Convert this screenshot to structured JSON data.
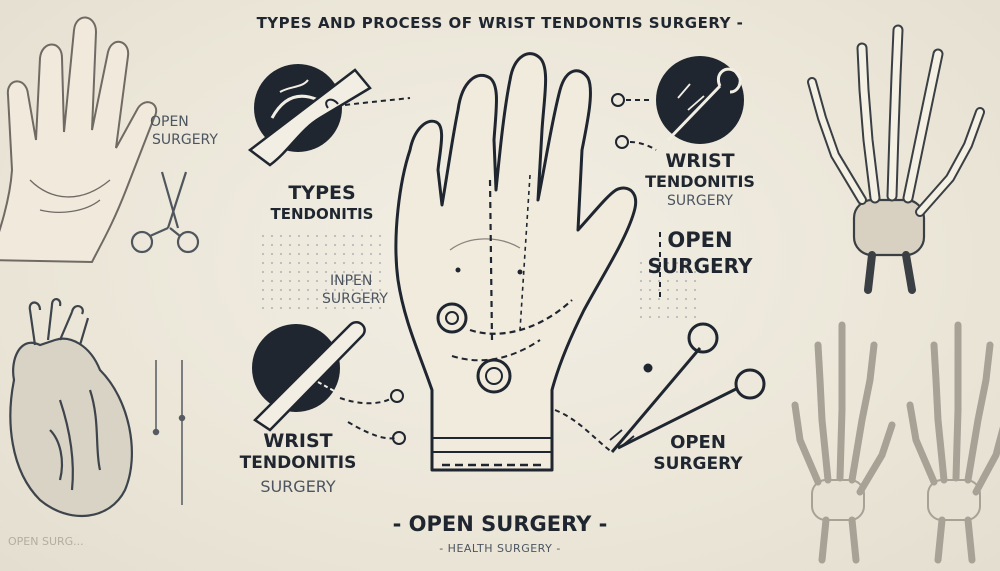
{
  "header": {
    "title": "TYPES AND PROCESS OF WRIST TENDONTIS SURGERY -"
  },
  "labels": {
    "left_open": "OPEN",
    "left_surgery": "SURGERY",
    "types_1": "TYPES",
    "types_2": "TENDONITIS",
    "inpen_1": "INPEN",
    "inpen_2": "SURGERY",
    "wrist_left_1": "WRIST",
    "wrist_left_2": "TENDONITIS",
    "wrist_left_3": "SURGERY",
    "wrist_right_1": "WRIST",
    "wrist_right_2": "TENDONITIS",
    "wrist_right_3": "SURGERY",
    "open_right_1": "OPEN",
    "open_right_2": "SURGERY",
    "open_low_1": "OPEN",
    "open_low_2": "SURGERY",
    "bottom_title": "- OPEN SURGERY -",
    "bottom_sub": "- HEALTH SURGERY -",
    "corner_faded": "OPEN SURG..."
  },
  "colors": {
    "ink": "#1f2630",
    "background": "#ece7da",
    "bone": "#f4f0e4",
    "skin": "#f1ebde"
  },
  "icons": [
    "tendon-icon",
    "scalpel-icon",
    "suture-needle-icon",
    "scissors-icon",
    "hemostat-icon",
    "hand-illustration",
    "heart-illustration",
    "hand-skeleton-illustration"
  ]
}
